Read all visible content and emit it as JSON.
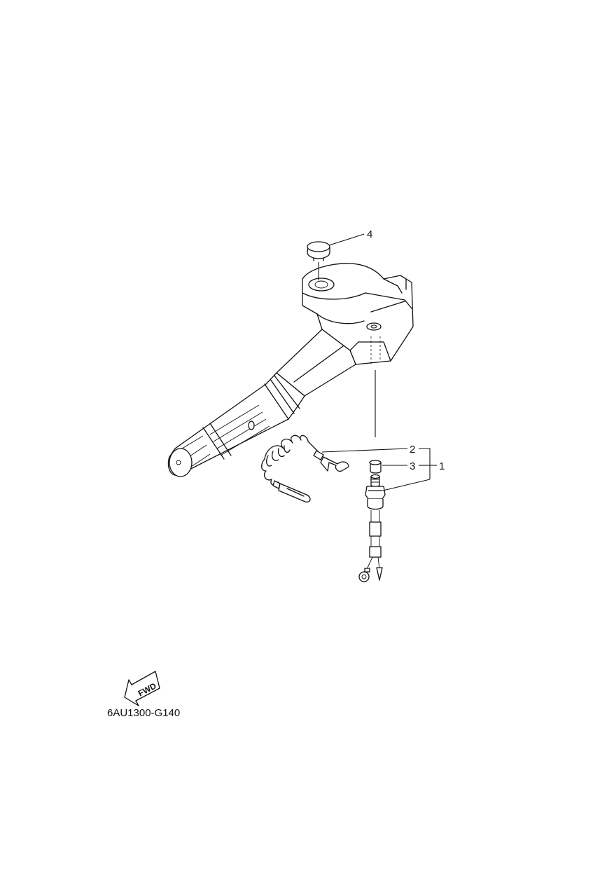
{
  "callouts": {
    "c1": "1",
    "c2": "2",
    "c3": "3",
    "c4": "4"
  },
  "fwd_arrow": {
    "label": "FWD"
  },
  "diagram_code": "6AU1300-G140"
}
